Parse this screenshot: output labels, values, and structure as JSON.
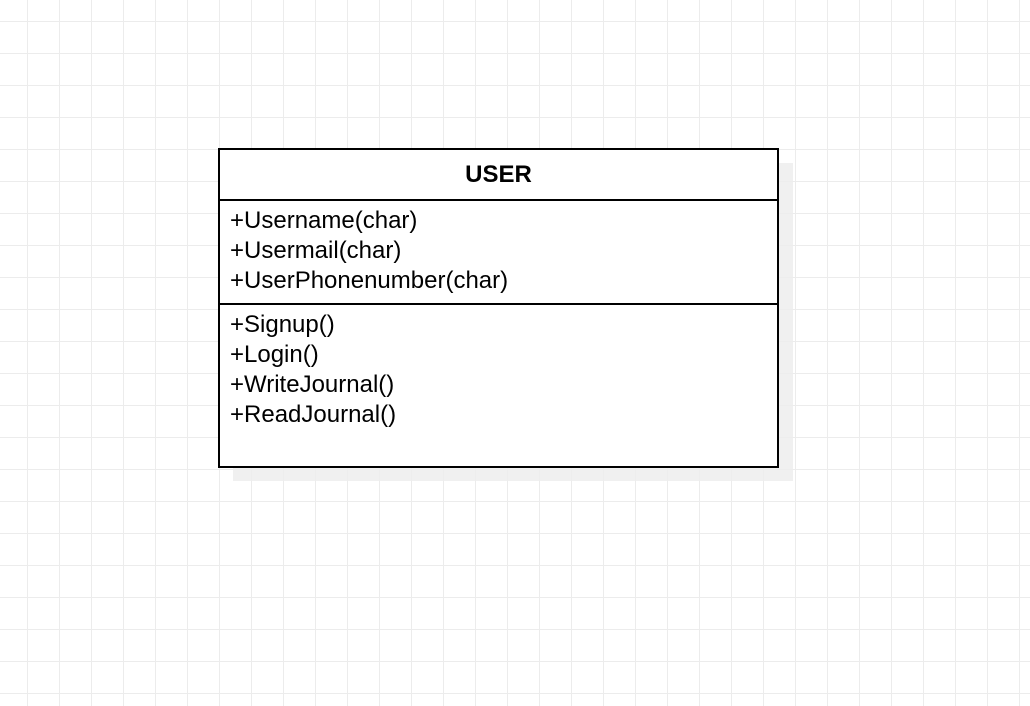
{
  "uml_class": {
    "name": "USER",
    "attributes": [
      "+Username(char)",
      "+Usermail(char)",
      "+UserPhonenumber(char)"
    ],
    "methods": [
      "+Signup()",
      "+Login()",
      "+WriteJournal()",
      "+ReadJournal()"
    ]
  }
}
